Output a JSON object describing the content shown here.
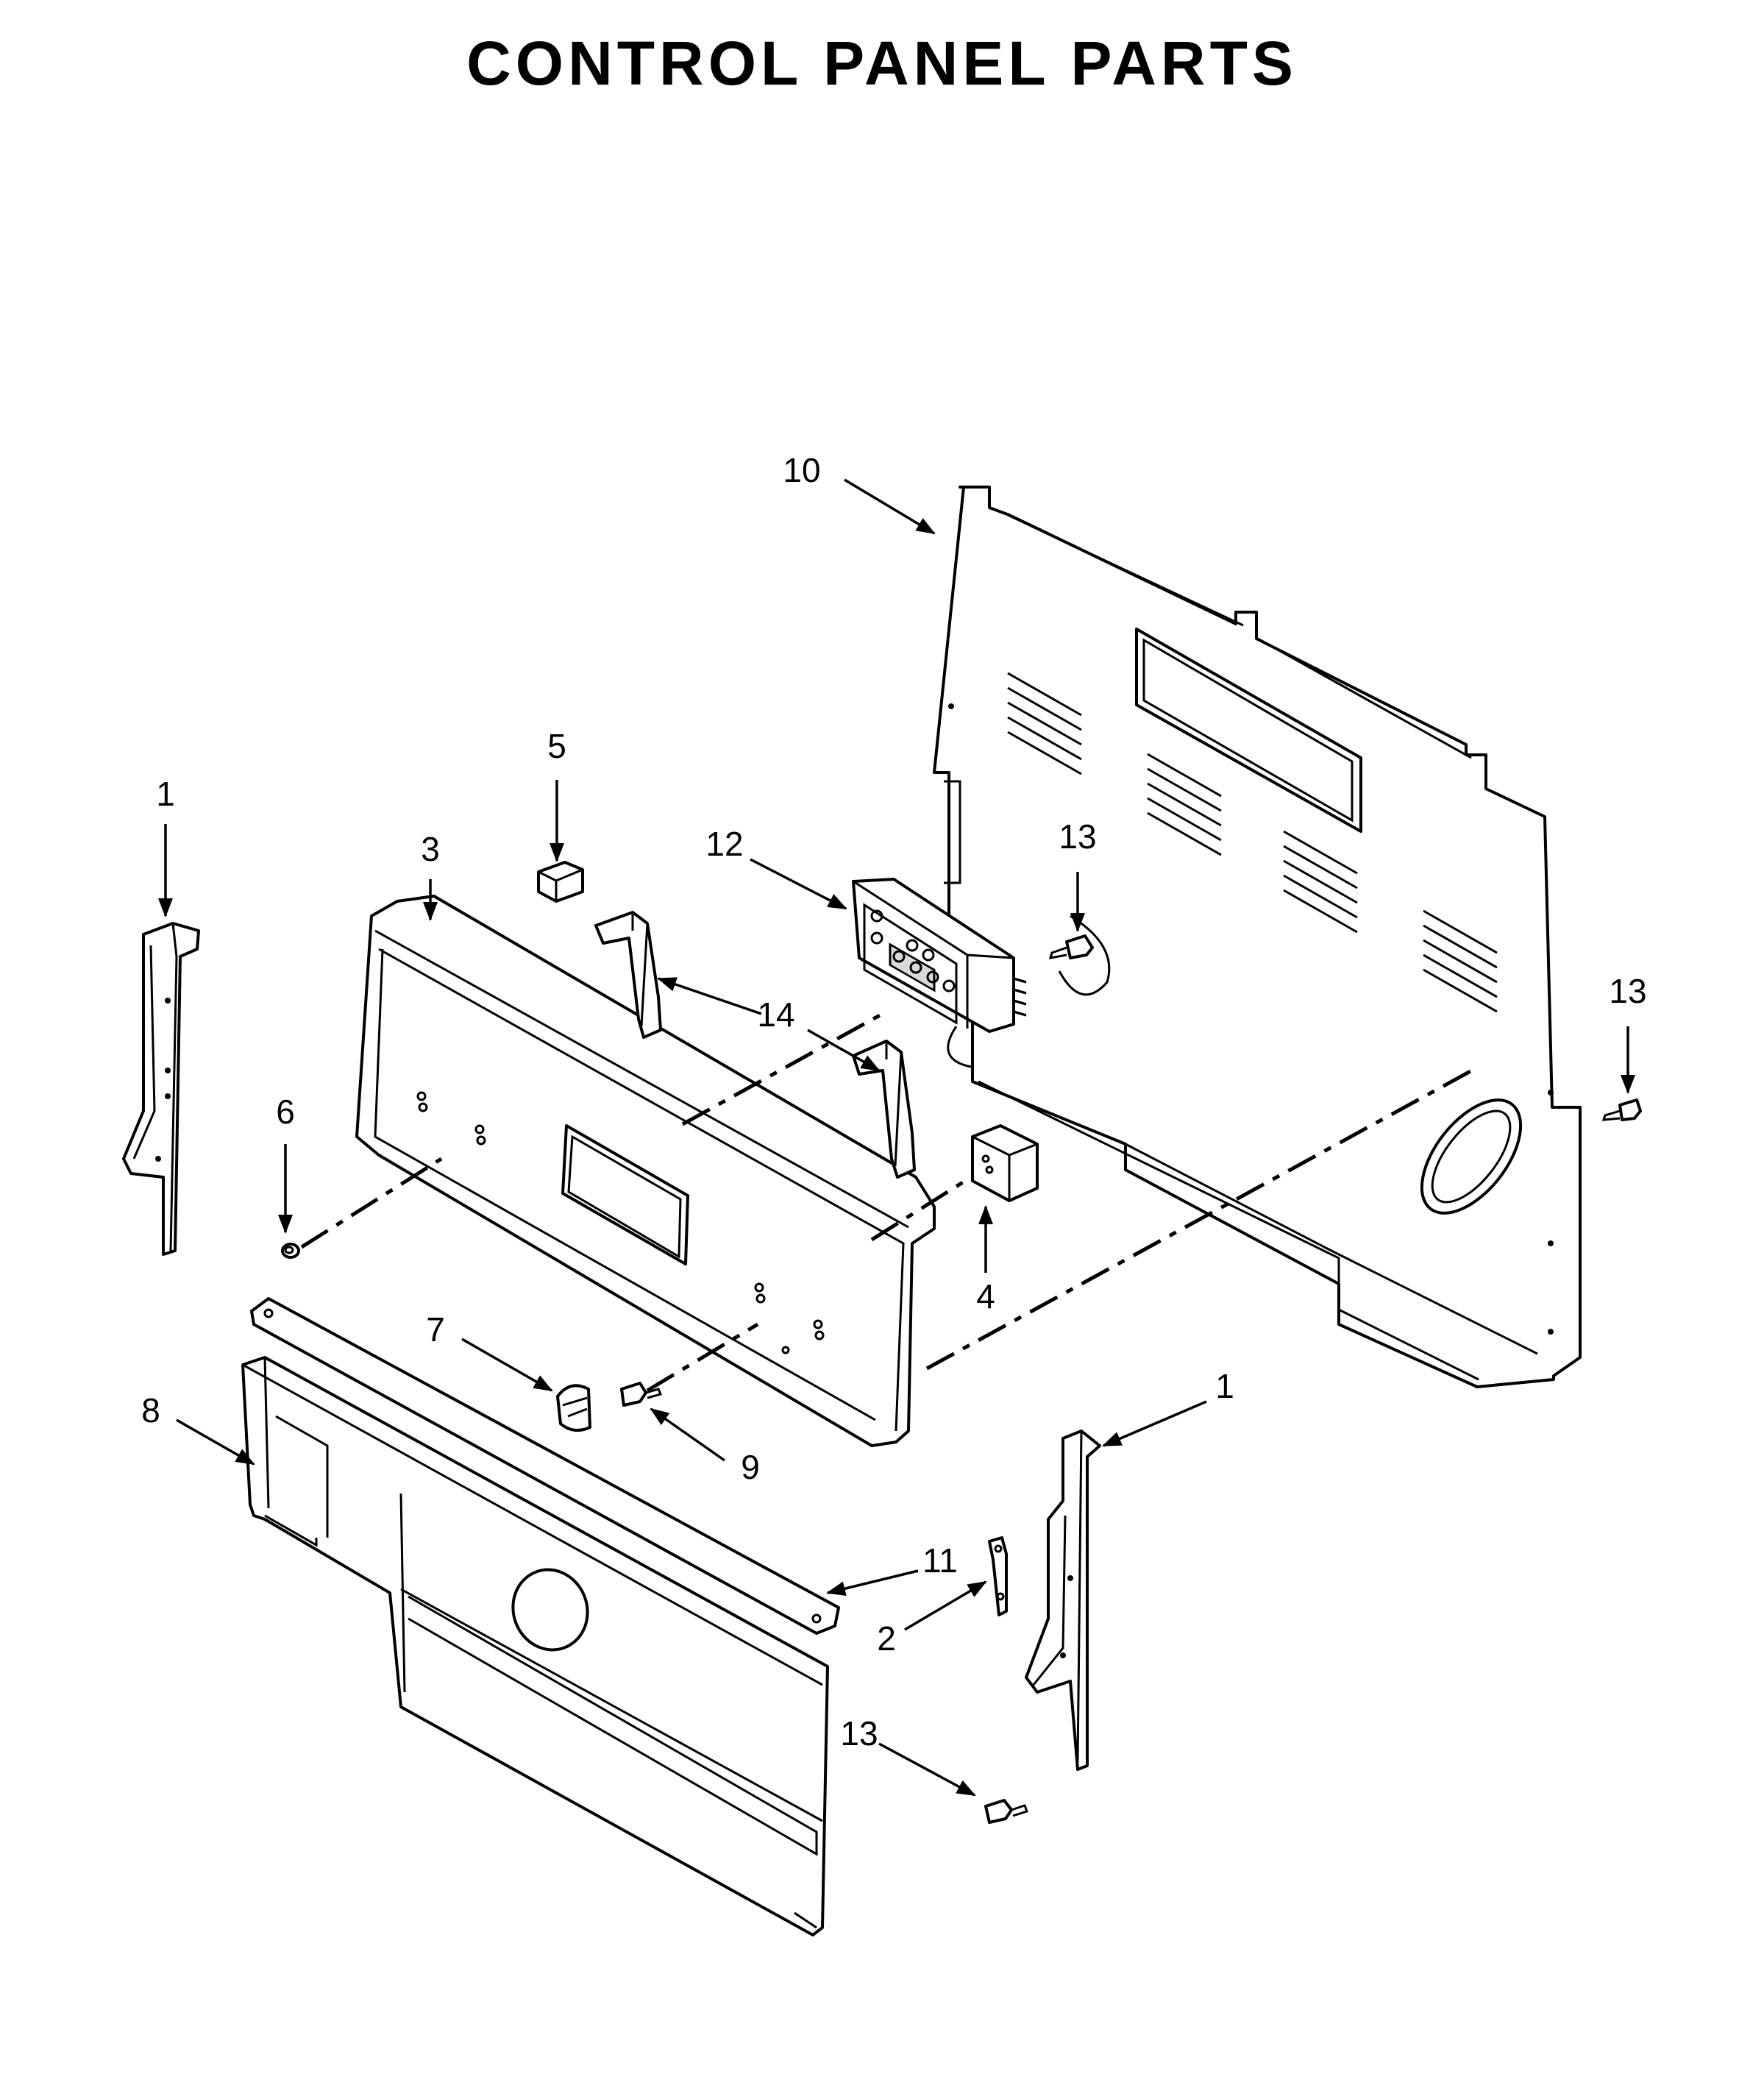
{
  "title": "CONTROL PANEL PARTS",
  "callouts": [
    {
      "id": "c-10",
      "label": "10"
    },
    {
      "id": "c-5",
      "label": "5"
    },
    {
      "id": "c-1a",
      "label": "1"
    },
    {
      "id": "c-3",
      "label": "3"
    },
    {
      "id": "c-12",
      "label": "12"
    },
    {
      "id": "c-13a",
      "label": "13"
    },
    {
      "id": "c-13b",
      "label": "13"
    },
    {
      "id": "c-14",
      "label": "14"
    },
    {
      "id": "c-6",
      "label": "6"
    },
    {
      "id": "c-4",
      "label": "4"
    },
    {
      "id": "c-7",
      "label": "7"
    },
    {
      "id": "c-8",
      "label": "8"
    },
    {
      "id": "c-9",
      "label": "9"
    },
    {
      "id": "c-1b",
      "label": "1"
    },
    {
      "id": "c-11",
      "label": "11"
    },
    {
      "id": "c-2",
      "label": "2"
    },
    {
      "id": "c-13c",
      "label": "13"
    }
  ]
}
